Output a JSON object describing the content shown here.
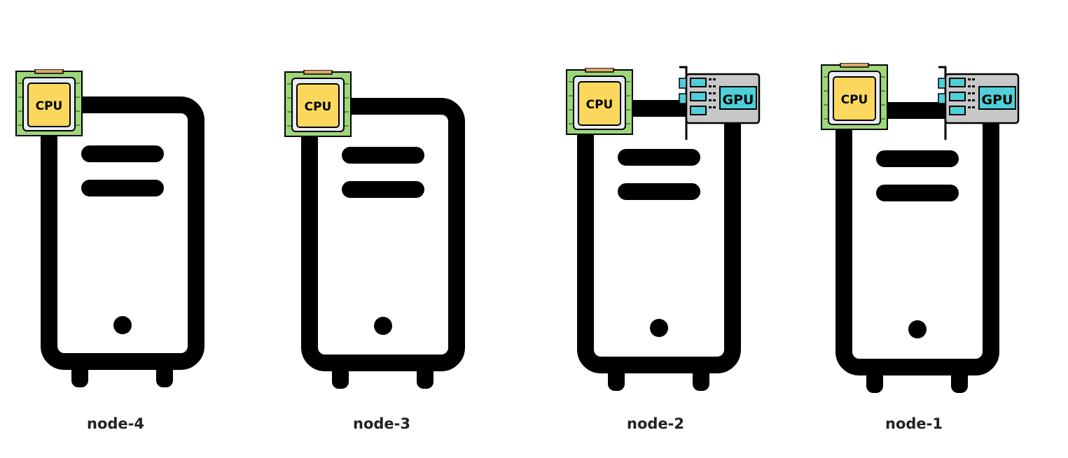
{
  "nodes": [
    {
      "id": "node-4",
      "label": "node-4",
      "has_cpu": true,
      "has_gpu": false
    },
    {
      "id": "node-3",
      "label": "node-3",
      "has_cpu": true,
      "has_gpu": false
    },
    {
      "id": "node-2",
      "label": "node-2",
      "has_cpu": true,
      "has_gpu": true
    },
    {
      "id": "node-1",
      "label": "node-1",
      "has_cpu": true,
      "has_gpu": true
    }
  ],
  "chip_text": {
    "cpu": "CPU",
    "gpu": "GPU"
  },
  "colors": {
    "tower_stroke": "#000000",
    "cpu_board": "#9ed67a",
    "cpu_core": "#fbd85d",
    "cpu_frame": "#e8edf5",
    "gpu_card": "#c8c8c8",
    "gpu_port": "#4fd0d8"
  }
}
